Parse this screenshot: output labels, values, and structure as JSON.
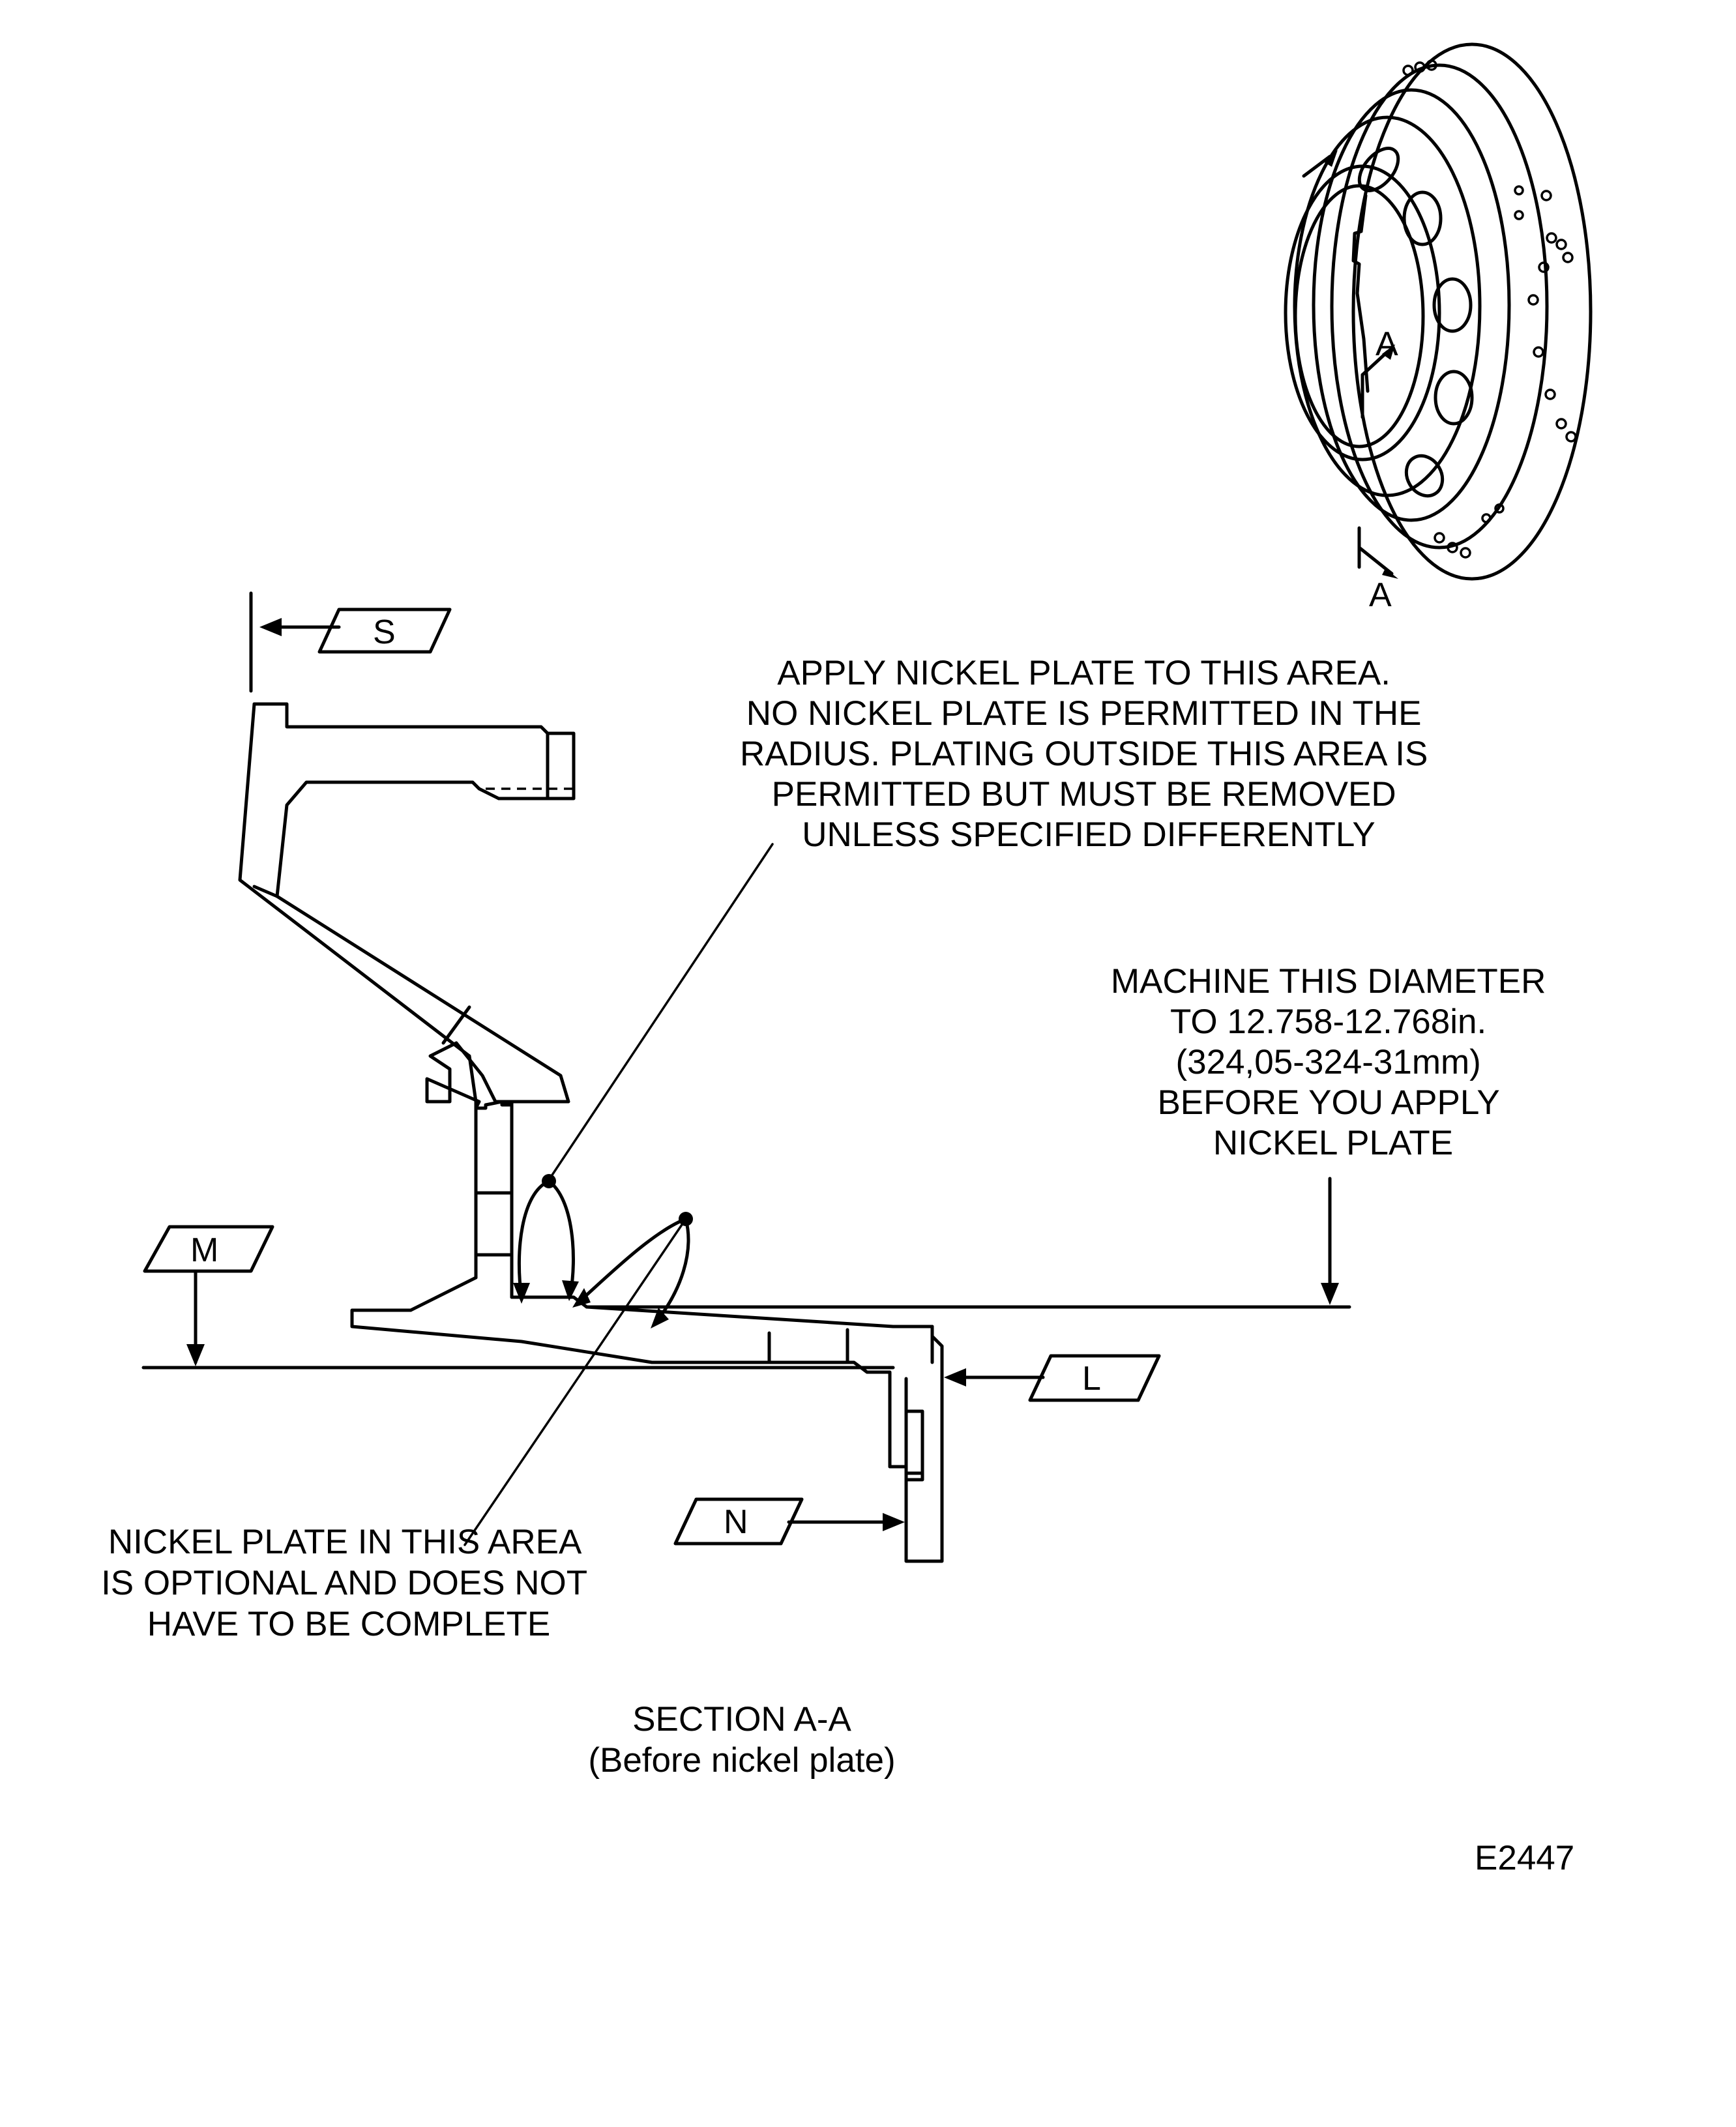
{
  "section_marker": "A",
  "datum_labels": {
    "s": "S",
    "m": "M",
    "l": "L",
    "n": "N"
  },
  "notes": {
    "apply_nickel": [
      "APPLY NICKEL PLATE TO THIS AREA.",
      "NO NICKEL PLATE IS PERMITTED IN THE",
      "RADIUS. PLATING OUTSIDE THIS AREA IS",
      "PERMITTED BUT MUST BE REMOVED",
      "UNLESS SPECIFIED DIFFERENTLY"
    ],
    "machine_diameter": [
      "MACHINE THIS DIAMETER",
      "TO 12.758-12.768in.",
      "(324,05-324-31mm)",
      "BEFORE YOU APPLY",
      "NICKEL PLATE"
    ],
    "optional_nickel": [
      "NICKEL PLATE IN THIS AREA",
      "IS OPTIONAL AND DOES NOT",
      "HAVE TO BE COMPLETE"
    ]
  },
  "caption": {
    "title": "SECTION A-A",
    "subtitle": "(Before nickel plate)"
  },
  "figure_id": "E2447"
}
